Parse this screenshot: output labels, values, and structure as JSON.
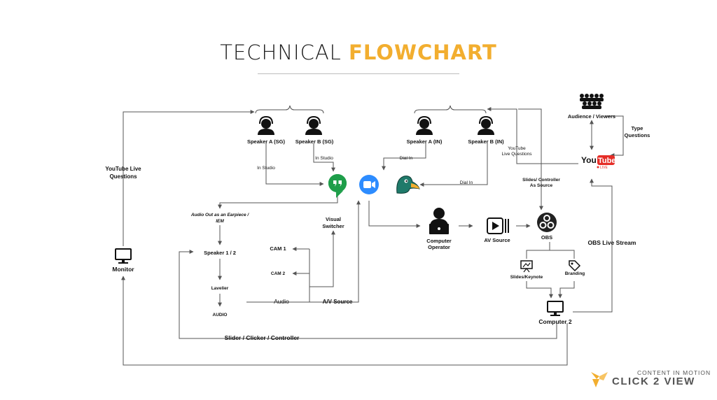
{
  "title": {
    "part1": "TECHNICAL ",
    "part2": "FLOWCHART"
  },
  "nodes": {
    "speaker_a_sg": "Speaker A (SG)",
    "speaker_b_sg": "Speaker B (SG)",
    "speaker_a_in": "Speaker A (IN)",
    "speaker_b_in": "Speaker B (IN)",
    "audience": "Audience / Viewers",
    "type_questions_1": "Type",
    "type_questions_2": "Questions",
    "youtube_live_q_1": "YouTube",
    "youtube_live_q_2": "Live Questions",
    "slides_ctrl_1": "Slides/ Controller",
    "slides_ctrl_2": "As Source",
    "yt_live_questions_left_1": "YouTube Live",
    "yt_live_questions_left_2": "Questions",
    "monitor": "Monitor",
    "in_studio_a": "In Studio",
    "in_studio_b": "In Studio",
    "dial_in_a": "Dial In",
    "dial_in_b": "Dial In",
    "audio_out_1": "Audio Out as an Earpiece /",
    "audio_out_2": "IEM",
    "speaker_12": "Speaker 1 / 2",
    "lavelier": "Lavelier",
    "audio_node": "AUDIO",
    "cam1": "CAM 1",
    "cam2": "CAM 2",
    "visual_switcher_1": "Visual",
    "visual_switcher_2": "Switcher",
    "audio_line": "Audio",
    "av_source_line": "A/V Source",
    "computer_operator_1": "Computer",
    "computer_operator_2": "Operator",
    "av_source": "AV Source",
    "obs": "OBS",
    "obs_live_stream": "OBS Live Stream",
    "slides_keynote": "Slides/Keynote",
    "branding": "Branding",
    "computer2": "Computer 2",
    "slider_clicker": "Slider / Clicker / Controller",
    "youtube_logo_you": "You",
    "youtube_logo_tube": "Tube",
    "youtube_logo_live": "LIVE"
  },
  "brand": {
    "tagline": "CONTENT IN MOTION",
    "name": "CLICK 2 VIEW"
  },
  "colors": {
    "accent": "#f2ae2f",
    "hangouts": "#1e9e4a",
    "zoom": "#2d8cff",
    "youtube_red": "#e52d27",
    "line": "#555555"
  }
}
